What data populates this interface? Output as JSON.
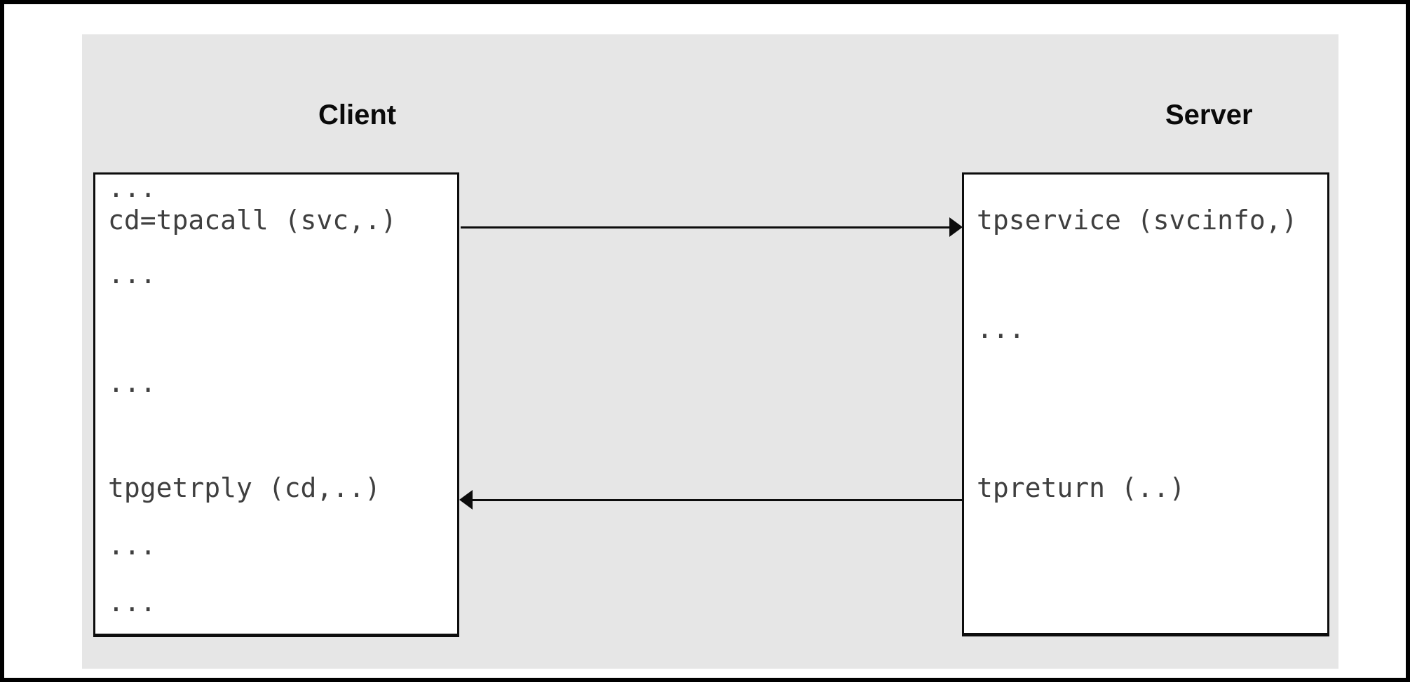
{
  "diagram": {
    "colors": {
      "panel_bg": "#e6e6e6",
      "box_bg": "#ffffff",
      "line_color": "#0d0d0d",
      "code_text": "#3f3f3f",
      "title_text": "#0a0a0a"
    },
    "client": {
      "title": "Client",
      "lines": [
        {
          "text": "..."
        },
        {
          "text": "cd=tpacall (svc,.)"
        },
        {
          "text": "..."
        },
        {
          "text": "..."
        },
        {
          "text": "tpgetrply (cd,..)"
        },
        {
          "text": "..."
        },
        {
          "text": "..."
        }
      ]
    },
    "server": {
      "title": "Server",
      "lines": [
        {
          "text": "tpservice (svcinfo,)"
        },
        {
          "text": "..."
        },
        {
          "text": "tpreturn (..)"
        }
      ]
    },
    "arrows": [
      {
        "name": "request-arrow",
        "direction": "right",
        "from": "cd=tpacall (svc,.)",
        "to": "tpservice (svcinfo,)"
      },
      {
        "name": "reply-arrow",
        "direction": "left",
        "from": "tpreturn (..)",
        "to": "tpgetrply (cd,..)"
      }
    ]
  }
}
